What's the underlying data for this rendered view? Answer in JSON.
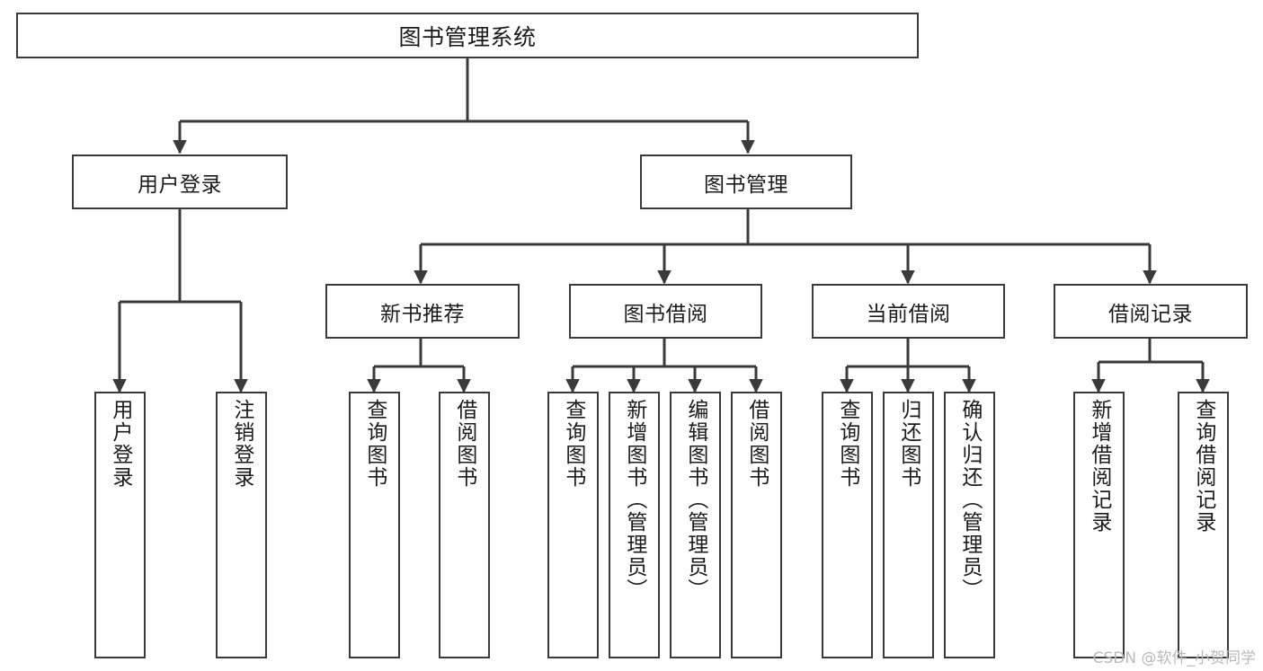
{
  "diagram": {
    "title": "图书管理系统",
    "watermark": "CSDN @软件_小贺同学",
    "stroke_color": "#3a3a3a",
    "fill_color": "#ffffff",
    "text_color": "#1b1b1b",
    "background": "#ffffff"
  },
  "root": {
    "label": "图书管理系统"
  },
  "level1": [
    {
      "label": "用户登录"
    },
    {
      "label": "图书管理"
    }
  ],
  "level2": [
    {
      "label": "新书推荐"
    },
    {
      "label": "图书借阅"
    },
    {
      "label": "当前借阅"
    },
    {
      "label": "借阅记录"
    }
  ],
  "leaves": {
    "user_login": [
      {
        "label": "用户登录"
      },
      {
        "label": "注销登录"
      }
    ],
    "new_book_recommend": [
      {
        "label": "查询图书"
      },
      {
        "label": "借阅图书"
      }
    ],
    "book_borrow": [
      {
        "label": "查询图书"
      },
      {
        "label": "新增图书（管理员）"
      },
      {
        "label": "编辑图书（管理员）"
      },
      {
        "label": "借阅图书"
      }
    ],
    "current_borrow": [
      {
        "label": "查询图书"
      },
      {
        "label": "归还图书"
      },
      {
        "label": "确认归还（管理员）"
      }
    ],
    "borrow_record": [
      {
        "label": "新增借阅记录"
      },
      {
        "label": "查询借阅记录"
      }
    ]
  }
}
